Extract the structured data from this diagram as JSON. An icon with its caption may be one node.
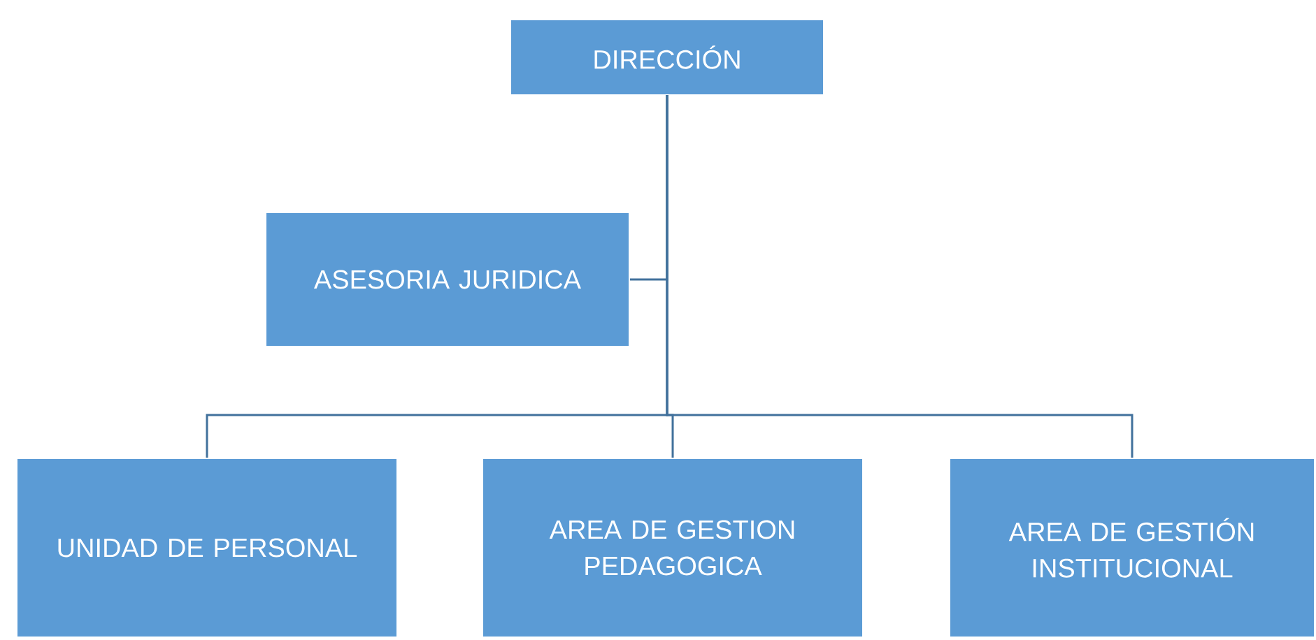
{
  "diagram": {
    "nodes": [
      {
        "text": [
          "DIRECCIÓN"
        ]
      },
      {
        "text": [
          "ASESORIA JURIDICA"
        ]
      },
      {
        "text": [
          "UNIDAD DE PERSONAL"
        ]
      },
      {
        "text": [
          "AREA DE GESTION PEDAGOGICA"
        ]
      },
      {
        "text": [
          "AREA DE GESTIÓN INSTITUCIONAL"
        ]
      }
    ],
    "edges": [
      {
        "from": 0,
        "to": 1,
        "arrow": "none"
      },
      {
        "from": 0,
        "to": 2,
        "arrow": "none"
      },
      {
        "from": 0,
        "to": 3,
        "arrow": "none"
      },
      {
        "from": 0,
        "to": 4,
        "arrow": "none"
      }
    ]
  }
}
